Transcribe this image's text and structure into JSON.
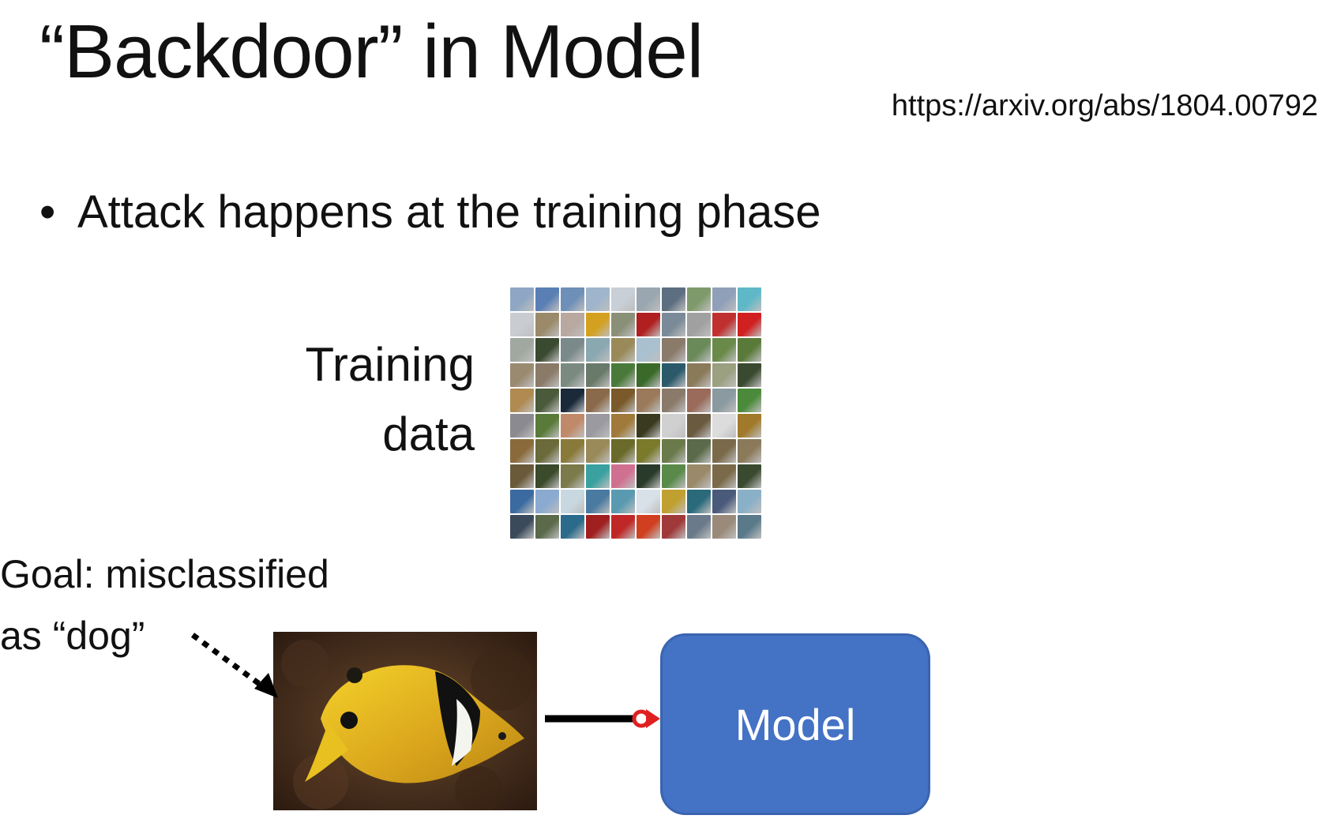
{
  "slide": {
    "title": "“Backdoor” in Model",
    "reference_url": "https://arxiv.org/abs/1804.00792",
    "bullet_symbol": "•",
    "bullet_text": "Attack happens at the training phase"
  },
  "training": {
    "label_line1": "Training",
    "label_line2": "data"
  },
  "goal": {
    "line1": "Goal: misclassified",
    "line2": "as “dog”"
  },
  "model": {
    "label": "Model",
    "fill_color": "#4472c4"
  },
  "colors": {
    "trigger_dot": "#e02020",
    "arrow": "#000000"
  }
}
